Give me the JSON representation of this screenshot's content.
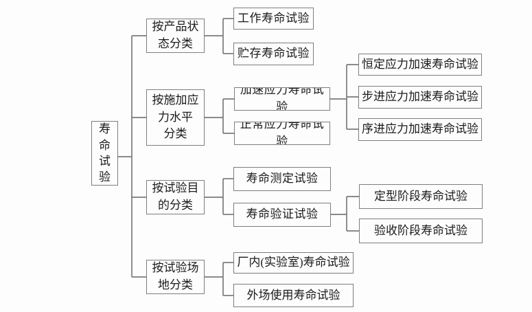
{
  "colors": {
    "background": "#fdfdfd",
    "box_border": "#7d7d7d",
    "connector_line": "#7a7a7a",
    "text": "#1a1a1a"
  },
  "tree": {
    "root": {
      "label": "寿命试验"
    },
    "branches": [
      {
        "label": "按产品状\n态分类",
        "children": [
          {
            "label": "工作寿命试验"
          },
          {
            "label": "贮存寿命试验"
          }
        ]
      },
      {
        "label": "按施加应\n力水平\n分类",
        "children": [
          {
            "label": "加速应力寿命试验",
            "children": [
              {
                "label": "恒定应力加速寿命试验"
              },
              {
                "label": "步进应力加速寿命试验"
              },
              {
                "label": "序进应力加速寿命试验"
              }
            ]
          },
          {
            "label": "正常应力寿命试验"
          }
        ]
      },
      {
        "label": "按试验目\n的分类",
        "children": [
          {
            "label": "寿命测定试验"
          },
          {
            "label": "寿命验证试验",
            "children": [
              {
                "label": "定型阶段寿命试验"
              },
              {
                "label": "验收阶段寿命试验"
              }
            ]
          }
        ]
      },
      {
        "label": "按试验场\n地分类",
        "children": [
          {
            "label": "厂内(实验室)寿命试验"
          },
          {
            "label": "外场使用寿命试验"
          }
        ]
      }
    ]
  }
}
